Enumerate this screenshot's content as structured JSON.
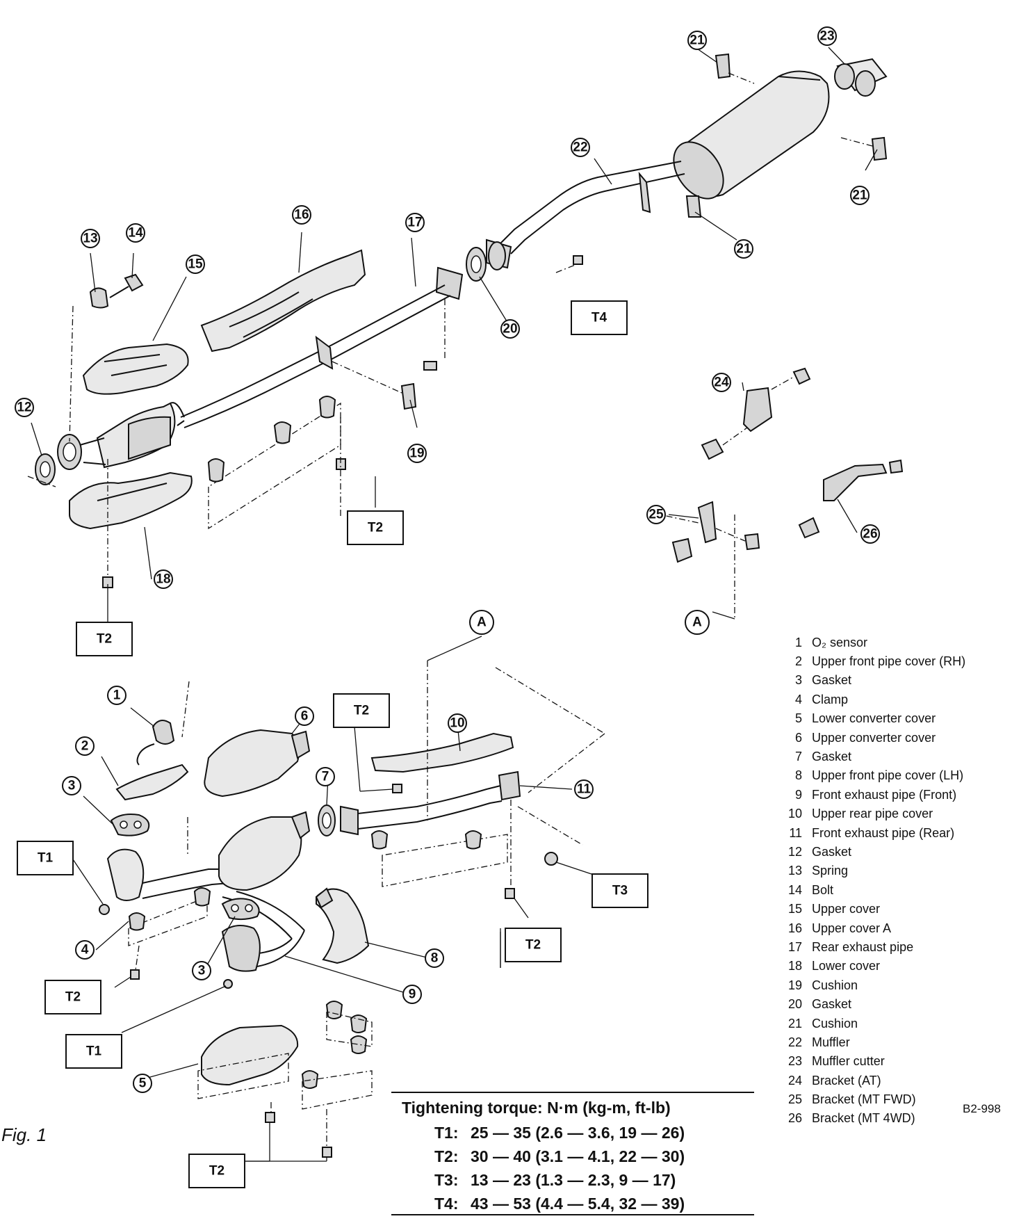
{
  "figure": {
    "label": "Fig. 1",
    "code": "B2-998"
  },
  "callouts_upper": [
    {
      "id": "c21a",
      "num": "21"
    },
    {
      "id": "c23",
      "num": "23"
    },
    {
      "id": "c22",
      "num": "22"
    },
    {
      "id": "c21b",
      "num": "21"
    },
    {
      "id": "c21c",
      "num": "21"
    },
    {
      "id": "c16",
      "num": "16"
    },
    {
      "id": "c17",
      "num": "17"
    },
    {
      "id": "c13",
      "num": "13"
    },
    {
      "id": "c14",
      "num": "14"
    },
    {
      "id": "c15",
      "num": "15"
    },
    {
      "id": "c20",
      "num": "20"
    },
    {
      "id": "c12",
      "num": "12"
    },
    {
      "id": "c19",
      "num": "19"
    },
    {
      "id": "c18",
      "num": "18"
    },
    {
      "id": "c24",
      "num": "24"
    },
    {
      "id": "c25",
      "num": "25"
    },
    {
      "id": "c26",
      "num": "26"
    },
    {
      "id": "cA1",
      "num": "A"
    }
  ],
  "callouts_lower": [
    {
      "id": "c1",
      "num": "1"
    },
    {
      "id": "c2",
      "num": "2"
    },
    {
      "id": "c3a",
      "num": "3"
    },
    {
      "id": "c4",
      "num": "4"
    },
    {
      "id": "c3b",
      "num": "3"
    },
    {
      "id": "c5",
      "num": "5"
    },
    {
      "id": "c6",
      "num": "6"
    },
    {
      "id": "c7",
      "num": "7"
    },
    {
      "id": "c8",
      "num": "8"
    },
    {
      "id": "c9",
      "num": "9"
    },
    {
      "id": "c10",
      "num": "10"
    },
    {
      "id": "c11",
      "num": "11"
    },
    {
      "id": "cA2",
      "num": "A"
    }
  ],
  "torque_boxes": [
    {
      "id": "tb1",
      "label": "T4"
    },
    {
      "id": "tb2",
      "label": "T2"
    },
    {
      "id": "tb3",
      "label": "T2"
    },
    {
      "id": "tb4",
      "label": "T1"
    },
    {
      "id": "tb5",
      "label": "T2"
    },
    {
      "id": "tb6",
      "label": "T1"
    },
    {
      "id": "tb7",
      "label": "T2"
    },
    {
      "id": "tb8",
      "label": "T2"
    },
    {
      "id": "tb9",
      "label": "T2"
    },
    {
      "id": "tb10",
      "label": "T3"
    }
  ],
  "legend": [
    {
      "num": "1",
      "name": "O₂ sensor"
    },
    {
      "num": "2",
      "name": "Upper front pipe cover (RH)"
    },
    {
      "num": "3",
      "name": "Gasket"
    },
    {
      "num": "4",
      "name": "Clamp"
    },
    {
      "num": "5",
      "name": "Lower converter cover"
    },
    {
      "num": "6",
      "name": "Upper converter cover"
    },
    {
      "num": "7",
      "name": "Gasket"
    },
    {
      "num": "8",
      "name": "Upper front pipe cover (LH)"
    },
    {
      "num": "9",
      "name": "Front exhaust pipe (Front)"
    },
    {
      "num": "10",
      "name": "Upper rear pipe cover"
    },
    {
      "num": "11",
      "name": "Front exhaust pipe (Rear)"
    },
    {
      "num": "12",
      "name": "Gasket"
    },
    {
      "num": "13",
      "name": "Spring"
    },
    {
      "num": "14",
      "name": "Bolt"
    },
    {
      "num": "15",
      "name": "Upper cover"
    },
    {
      "num": "16",
      "name": "Upper cover A"
    },
    {
      "num": "17",
      "name": "Rear exhaust pipe"
    },
    {
      "num": "18",
      "name": "Lower cover"
    },
    {
      "num": "19",
      "name": "Cushion"
    },
    {
      "num": "20",
      "name": "Gasket"
    },
    {
      "num": "21",
      "name": "Cushion"
    },
    {
      "num": "22",
      "name": "Muffler"
    },
    {
      "num": "23",
      "name": "Muffler cutter"
    },
    {
      "num": "24",
      "name": "Bracket (AT)"
    },
    {
      "num": "25",
      "name": "Bracket (MT FWD)"
    },
    {
      "num": "26",
      "name": "Bracket (MT 4WD)"
    }
  ],
  "torque_table": {
    "title": "Tightening torque: N·m (kg-m, ft-lb)",
    "rows": [
      {
        "label": "T1:",
        "value": "25 — 35 (2.6 — 3.6, 19 — 26)"
      },
      {
        "label": "T2:",
        "value": "30 — 40 (3.1 — 4.1, 22 — 30)"
      },
      {
        "label": "T3:",
        "value": "13 — 23 (1.3 — 2.3, 9 — 17)"
      },
      {
        "label": "T4:",
        "value": "43 — 53 (4.4 — 5.4, 32 — 39)"
      }
    ]
  }
}
